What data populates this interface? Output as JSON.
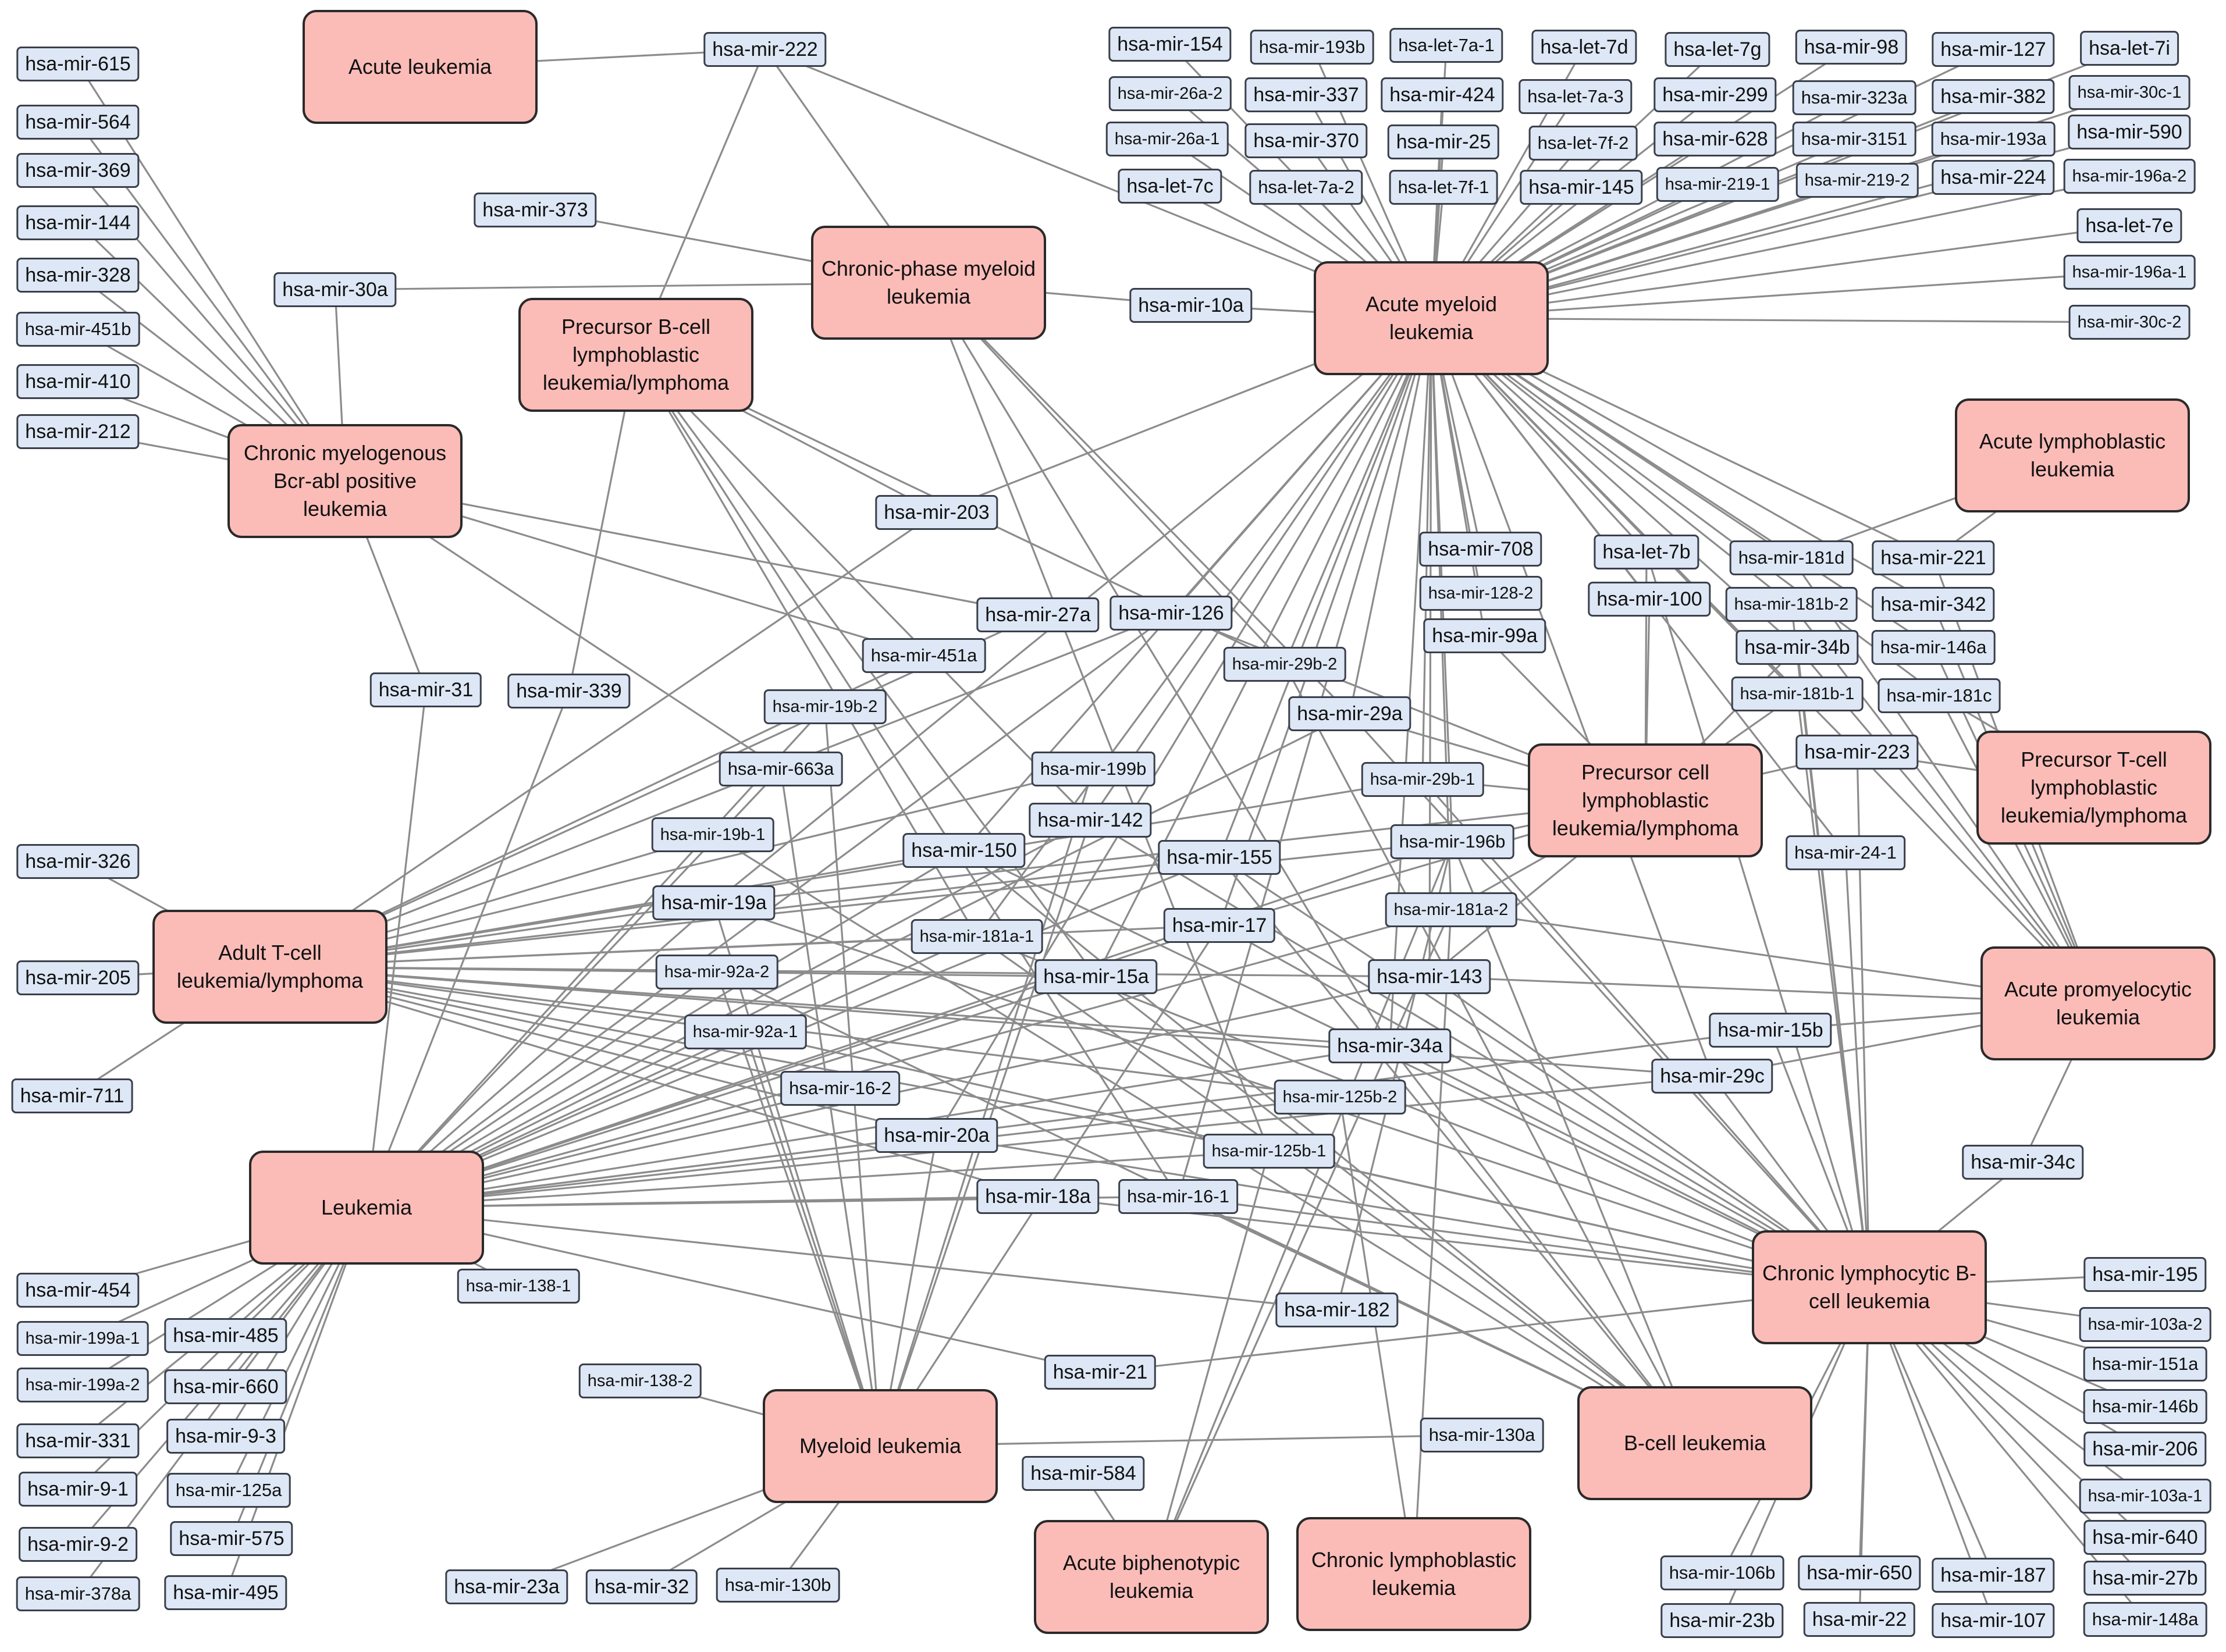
{
  "diseases": [
    {
      "id": "AL",
      "label": "Acute leukemia"
    },
    {
      "id": "CPML",
      "label": "Chronic-phase myeloid leukemia"
    },
    {
      "id": "PBLL",
      "label": "Precursor B-cell lymphoblastic leukemia/lymphoma"
    },
    {
      "id": "AML",
      "label": "Acute myeloid leukemia"
    },
    {
      "id": "CML",
      "label": "Chronic myelogenous Bcr-abl positive leukemia"
    },
    {
      "id": "ALL",
      "label": "Acute lymphoblastic leukemia"
    },
    {
      "id": "PCLL",
      "label": "Precursor cell lymphoblastic leukemia/lymphoma"
    },
    {
      "id": "PTLL",
      "label": "Precursor T-cell lymphoblastic leukemia/lymphoma"
    },
    {
      "id": "ATLL",
      "label": "Adult T-cell leukemia/lymphoma"
    },
    {
      "id": "APL",
      "label": "Acute promyelocytic leukemia"
    },
    {
      "id": "LEU",
      "label": "Leukemia"
    },
    {
      "id": "CLL",
      "label": "Chronic lymphocytic B-cell leukemia"
    },
    {
      "id": "ML",
      "label": "Myeloid leukemia"
    },
    {
      "id": "BCL",
      "label": "B-cell leukemia"
    },
    {
      "id": "ABL",
      "label": "Acute biphenotypic leukemia"
    },
    {
      "id": "CLBL",
      "label": "Chronic lymphoblastic leukemia"
    }
  ],
  "mirnas": [
    "hsa-mir-615",
    "hsa-mir-564",
    "hsa-mir-369",
    "hsa-mir-144",
    "hsa-mir-328",
    "hsa-mir-451b",
    "hsa-mir-410",
    "hsa-mir-212",
    "hsa-mir-222",
    "hsa-mir-373",
    "hsa-mir-30a",
    "hsa-mir-10a",
    "hsa-mir-203",
    "hsa-mir-154",
    "hsa-mir-193b",
    "hsa-let-7a-1",
    "hsa-let-7d",
    "hsa-let-7g",
    "hsa-mir-98",
    "hsa-mir-127",
    "hsa-let-7i",
    "hsa-mir-26a-2",
    "hsa-mir-337",
    "hsa-mir-424",
    "hsa-let-7a-3",
    "hsa-mir-299",
    "hsa-mir-323a",
    "hsa-mir-382",
    "hsa-mir-30c-1",
    "hsa-mir-26a-1",
    "hsa-mir-370",
    "hsa-mir-25",
    "hsa-let-7f-2",
    "hsa-mir-628",
    "hsa-mir-3151",
    "hsa-mir-193a",
    "hsa-mir-590",
    "hsa-let-7c",
    "hsa-let-7a-2",
    "hsa-let-7f-1",
    "hsa-mir-145",
    "hsa-mir-219-1",
    "hsa-mir-219-2",
    "hsa-mir-224",
    "hsa-mir-196a-2",
    "hsa-let-7e",
    "hsa-mir-196a-1",
    "hsa-mir-30c-2",
    "hsa-mir-708",
    "hsa-mir-128-2",
    "hsa-mir-99a",
    "hsa-let-7b",
    "hsa-mir-100",
    "hsa-mir-181d",
    "hsa-mir-221",
    "hsa-mir-181b-2",
    "hsa-mir-342",
    "hsa-mir-34b",
    "hsa-mir-146a",
    "hsa-mir-181b-1",
    "hsa-mir-181c",
    "hsa-mir-223",
    "hsa-mir-24-1",
    "hsa-mir-27a",
    "hsa-mir-126",
    "hsa-mir-451a",
    "hsa-mir-29b-2",
    "hsa-mir-31",
    "hsa-mir-339",
    "hsa-mir-19b-2",
    "hsa-mir-29a",
    "hsa-mir-663a",
    "hsa-mir-199b",
    "hsa-mir-29b-1",
    "hsa-mir-19b-1",
    "hsa-mir-142",
    "hsa-mir-150",
    "hsa-mir-155",
    "hsa-mir-196b",
    "hsa-mir-19a",
    "hsa-mir-181a-2",
    "hsa-mir-181a-1",
    "hsa-mir-17",
    "hsa-mir-92a-2",
    "hsa-mir-15a",
    "hsa-mir-143",
    "hsa-mir-92a-1",
    "hsa-mir-34a",
    "hsa-mir-15b",
    "hsa-mir-16-2",
    "hsa-mir-125b-2",
    "hsa-mir-29c",
    "hsa-mir-20a",
    "hsa-mir-125b-1",
    "hsa-mir-34c",
    "hsa-mir-18a",
    "hsa-mir-16-1",
    "hsa-mir-326",
    "hsa-mir-205",
    "hsa-mir-711",
    "hsa-mir-454",
    "hsa-mir-199a-1",
    "hsa-mir-485",
    "hsa-mir-199a-2",
    "hsa-mir-660",
    "hsa-mir-331",
    "hsa-mir-9-3",
    "hsa-mir-9-1",
    "hsa-mir-125a",
    "hsa-mir-9-2",
    "hsa-mir-575",
    "hsa-mir-378a",
    "hsa-mir-495",
    "hsa-mir-138-1",
    "hsa-mir-138-2",
    "hsa-mir-182",
    "hsa-mir-21",
    "hsa-mir-130a",
    "hsa-mir-584",
    "hsa-mir-23a",
    "hsa-mir-32",
    "hsa-mir-130b",
    "hsa-mir-195",
    "hsa-mir-103a-2",
    "hsa-mir-151a",
    "hsa-mir-146b",
    "hsa-mir-206",
    "hsa-mir-103a-1",
    "hsa-mir-640",
    "hsa-mir-27b",
    "hsa-mir-148a",
    "hsa-mir-106b",
    "hsa-mir-650",
    "hsa-mir-187",
    "hsa-mir-23b",
    "hsa-mir-22",
    "hsa-mir-107"
  ],
  "edges": [
    [
      "AL",
      "hsa-mir-222"
    ],
    [
      "AML",
      "hsa-mir-222"
    ],
    [
      "PBLL",
      "hsa-mir-222"
    ],
    [
      "CPML",
      "hsa-mir-222"
    ],
    [
      "CML",
      "hsa-mir-615"
    ],
    [
      "CML",
      "hsa-mir-564"
    ],
    [
      "CML",
      "hsa-mir-369"
    ],
    [
      "CML",
      "hsa-mir-144"
    ],
    [
      "CML",
      "hsa-mir-328"
    ],
    [
      "CML",
      "hsa-mir-451b"
    ],
    [
      "CML",
      "hsa-mir-410"
    ],
    [
      "CML",
      "hsa-mir-212"
    ],
    [
      "CML",
      "hsa-mir-30a"
    ],
    [
      "CPML",
      "hsa-mir-30a"
    ],
    [
      "CPML",
      "hsa-mir-373"
    ],
    [
      "CPML",
      "hsa-mir-10a"
    ],
    [
      "AML",
      "hsa-mir-10a"
    ],
    [
      "CML",
      "hsa-mir-31"
    ],
    [
      "LEU",
      "hsa-mir-31"
    ],
    [
      "CML",
      "hsa-mir-451a"
    ],
    [
      "CML",
      "hsa-mir-663a"
    ],
    [
      "CML",
      "hsa-mir-27a"
    ],
    [
      "AML",
      "hsa-mir-154"
    ],
    [
      "AML",
      "hsa-mir-193b"
    ],
    [
      "AML",
      "hsa-let-7a-1"
    ],
    [
      "AML",
      "hsa-let-7d"
    ],
    [
      "AML",
      "hsa-let-7g"
    ],
    [
      "AML",
      "hsa-mir-98"
    ],
    [
      "AML",
      "hsa-mir-127"
    ],
    [
      "AML",
      "hsa-let-7i"
    ],
    [
      "AML",
      "hsa-mir-26a-2"
    ],
    [
      "AML",
      "hsa-mir-337"
    ],
    [
      "AML",
      "hsa-mir-424"
    ],
    [
      "AML",
      "hsa-let-7a-3"
    ],
    [
      "AML",
      "hsa-mir-299"
    ],
    [
      "AML",
      "hsa-mir-323a"
    ],
    [
      "AML",
      "hsa-mir-382"
    ],
    [
      "AML",
      "hsa-mir-30c-1"
    ],
    [
      "AML",
      "hsa-mir-26a-1"
    ],
    [
      "AML",
      "hsa-mir-370"
    ],
    [
      "AML",
      "hsa-mir-25"
    ],
    [
      "AML",
      "hsa-let-7f-2"
    ],
    [
      "AML",
      "hsa-mir-628"
    ],
    [
      "AML",
      "hsa-mir-3151"
    ],
    [
      "AML",
      "hsa-mir-193a"
    ],
    [
      "AML",
      "hsa-mir-590"
    ],
    [
      "AML",
      "hsa-let-7c"
    ],
    [
      "AML",
      "hsa-let-7a-2"
    ],
    [
      "AML",
      "hsa-let-7f-1"
    ],
    [
      "AML",
      "hsa-mir-145"
    ],
    [
      "AML",
      "hsa-mir-219-1"
    ],
    [
      "AML",
      "hsa-mir-219-2"
    ],
    [
      "AML",
      "hsa-mir-224"
    ],
    [
      "AML",
      "hsa-mir-196a-2"
    ],
    [
      "AML",
      "hsa-let-7e"
    ],
    [
      "AML",
      "hsa-mir-196a-1"
    ],
    [
      "AML",
      "hsa-mir-30c-2"
    ],
    [
      "AML",
      "hsa-mir-203"
    ],
    [
      "ATLL",
      "hsa-mir-203"
    ],
    [
      "AML",
      "hsa-mir-708"
    ],
    [
      "AML",
      "hsa-mir-128-2"
    ],
    [
      "AML",
      "hsa-mir-99a"
    ],
    [
      "AML",
      "hsa-let-7b"
    ],
    [
      "AML",
      "hsa-mir-100"
    ],
    [
      "AML",
      "hsa-mir-181d"
    ],
    [
      "AML",
      "hsa-mir-221"
    ],
    [
      "AML",
      "hsa-mir-181b-2"
    ],
    [
      "AML",
      "hsa-mir-342"
    ],
    [
      "AML",
      "hsa-mir-34b"
    ],
    [
      "AML",
      "hsa-mir-146a"
    ],
    [
      "AML",
      "hsa-mir-181b-1"
    ],
    [
      "AML",
      "hsa-mir-181c"
    ],
    [
      "AML",
      "hsa-mir-29a"
    ],
    [
      "AML",
      "hsa-mir-29b-1"
    ],
    [
      "AML",
      "hsa-mir-196b"
    ],
    [
      "AML",
      "hsa-mir-155"
    ],
    [
      "AML",
      "hsa-mir-150"
    ],
    [
      "AML",
      "hsa-mir-142"
    ],
    [
      "AML",
      "hsa-mir-126"
    ],
    [
      "AML",
      "hsa-mir-19a"
    ],
    [
      "AML",
      "hsa-mir-181a-1"
    ],
    [
      "AML",
      "hsa-mir-181a-2"
    ],
    [
      "AML",
      "hsa-mir-143"
    ],
    [
      "AML",
      "hsa-mir-34a"
    ],
    [
      "AML",
      "hsa-mir-15a"
    ],
    [
      "AML",
      "hsa-mir-17"
    ],
    [
      "AML",
      "hsa-mir-223"
    ],
    [
      "AML",
      "hsa-mir-24-1"
    ],
    [
      "AML",
      "hsa-mir-29c"
    ],
    [
      "AML",
      "hsa-mir-29b-2"
    ],
    [
      "AML",
      "hsa-mir-16-1"
    ],
    [
      "AML",
      "hsa-mir-20a"
    ],
    [
      "PCLL",
      "hsa-let-7b"
    ],
    [
      "PCLL",
      "hsa-mir-100"
    ],
    [
      "PCLL",
      "hsa-mir-99a"
    ],
    [
      "PCLL",
      "hsa-mir-29a"
    ],
    [
      "PCLL",
      "hsa-mir-29b-1"
    ],
    [
      "PCLL",
      "hsa-mir-196b"
    ],
    [
      "PCLL",
      "hsa-mir-181b-1"
    ],
    [
      "PCLL",
      "hsa-mir-34b"
    ],
    [
      "PCLL",
      "hsa-mir-223"
    ],
    [
      "PCLL",
      "hsa-mir-126"
    ],
    [
      "PCLL",
      "hsa-mir-143"
    ],
    [
      "PCLL",
      "hsa-mir-181a-2"
    ],
    [
      "PCLL",
      "hsa-mir-19a"
    ],
    [
      "PCLL",
      "hsa-mir-17"
    ],
    [
      "ALL",
      "hsa-mir-221"
    ],
    [
      "ALL",
      "hsa-mir-181d"
    ],
    [
      "PTLL",
      "hsa-mir-223"
    ],
    [
      "PTLL",
      "hsa-mir-181c"
    ],
    [
      "APL",
      "hsa-mir-221"
    ],
    [
      "APL",
      "hsa-mir-181d"
    ],
    [
      "APL",
      "hsa-mir-342"
    ],
    [
      "APL",
      "hsa-mir-146a"
    ],
    [
      "APL",
      "hsa-mir-181b-2"
    ],
    [
      "APL",
      "hsa-mir-15b"
    ],
    [
      "APL",
      "hsa-mir-29c"
    ],
    [
      "APL",
      "hsa-mir-34c"
    ],
    [
      "APL",
      "hsa-mir-181a-2"
    ],
    [
      "APL",
      "hsa-mir-143"
    ],
    [
      "APL",
      "hsa-mir-223"
    ],
    [
      "APL",
      "hsa-mir-34b"
    ],
    [
      "APL",
      "hsa-mir-181c"
    ],
    [
      "PBLL",
      "hsa-mir-203"
    ],
    [
      "PBLL",
      "hsa-mir-339"
    ],
    [
      "PBLL",
      "hsa-mir-15a"
    ],
    [
      "PBLL",
      "hsa-mir-16-1"
    ],
    [
      "PBLL",
      "hsa-mir-29b-2"
    ],
    [
      "PBLL",
      "hsa-mir-142"
    ],
    [
      "PBLL",
      "hsa-mir-181a-1"
    ],
    [
      "CPML",
      "hsa-mir-29b-2"
    ],
    [
      "CPML",
      "hsa-mir-29a"
    ],
    [
      "CPML",
      "hsa-mir-125b-1"
    ],
    [
      "CPML",
      "hsa-mir-34a"
    ],
    [
      "ATLL",
      "hsa-mir-326"
    ],
    [
      "ATLL",
      "hsa-mir-205"
    ],
    [
      "ATLL",
      "hsa-mir-711"
    ],
    [
      "ATLL",
      "hsa-mir-155"
    ],
    [
      "ATLL",
      "hsa-mir-150"
    ],
    [
      "ATLL",
      "hsa-mir-19b-1"
    ],
    [
      "ATLL",
      "hsa-mir-19a"
    ],
    [
      "ATLL",
      "hsa-mir-92a-2"
    ],
    [
      "ATLL",
      "hsa-mir-92a-1"
    ],
    [
      "ATLL",
      "hsa-mir-181a-1"
    ],
    [
      "ATLL",
      "hsa-mir-17"
    ],
    [
      "ATLL",
      "hsa-mir-16-2"
    ],
    [
      "ATLL",
      "hsa-mir-20a"
    ],
    [
      "ATLL",
      "hsa-mir-18a"
    ],
    [
      "ATLL",
      "hsa-mir-125b-1"
    ],
    [
      "ATLL",
      "hsa-mir-196b"
    ],
    [
      "ATLL",
      "hsa-mir-143"
    ],
    [
      "ATLL",
      "hsa-mir-451a"
    ],
    [
      "ATLL",
      "hsa-mir-199b"
    ],
    [
      "ATLL",
      "hsa-mir-15a"
    ],
    [
      "ATLL",
      "hsa-mir-29c"
    ],
    [
      "ATLL",
      "hsa-mir-125b-2"
    ],
    [
      "ATLL",
      "hsa-mir-34a"
    ],
    [
      "ATLL",
      "hsa-mir-126"
    ],
    [
      "ATLL",
      "hsa-mir-27a"
    ],
    [
      "ATLL",
      "hsa-mir-29b-1"
    ],
    [
      "LEU",
      "hsa-mir-454"
    ],
    [
      "LEU",
      "hsa-mir-199a-1"
    ],
    [
      "LEU",
      "hsa-mir-485"
    ],
    [
      "LEU",
      "hsa-mir-199a-2"
    ],
    [
      "LEU",
      "hsa-mir-660"
    ],
    [
      "LEU",
      "hsa-mir-331"
    ],
    [
      "LEU",
      "hsa-mir-9-3"
    ],
    [
      "LEU",
      "hsa-mir-9-1"
    ],
    [
      "LEU",
      "hsa-mir-125a"
    ],
    [
      "LEU",
      "hsa-mir-9-2"
    ],
    [
      "LEU",
      "hsa-mir-575"
    ],
    [
      "LEU",
      "hsa-mir-378a"
    ],
    [
      "LEU",
      "hsa-mir-495"
    ],
    [
      "LEU",
      "hsa-mir-339"
    ],
    [
      "LEU",
      "hsa-mir-138-1"
    ],
    [
      "LEU",
      "hsa-mir-21"
    ],
    [
      "LEU",
      "hsa-mir-182"
    ],
    [
      "LEU",
      "hsa-mir-19b-2"
    ],
    [
      "LEU",
      "hsa-mir-663a"
    ],
    [
      "LEU",
      "hsa-mir-142"
    ],
    [
      "LEU",
      "hsa-mir-150"
    ],
    [
      "LEU",
      "hsa-mir-155"
    ],
    [
      "LEU",
      "hsa-mir-196b"
    ],
    [
      "LEU",
      "hsa-mir-19a"
    ],
    [
      "LEU",
      "hsa-mir-181a-1"
    ],
    [
      "LEU",
      "hsa-mir-17"
    ],
    [
      "LEU",
      "hsa-mir-15a"
    ],
    [
      "LEU",
      "hsa-mir-143"
    ],
    [
      "LEU",
      "hsa-mir-92a-1"
    ],
    [
      "LEU",
      "hsa-mir-34a"
    ],
    [
      "LEU",
      "hsa-mir-15b"
    ],
    [
      "LEU",
      "hsa-mir-16-2"
    ],
    [
      "LEU",
      "hsa-mir-125b-2"
    ],
    [
      "LEU",
      "hsa-mir-29c"
    ],
    [
      "LEU",
      "hsa-mir-20a"
    ],
    [
      "LEU",
      "hsa-mir-125b-1"
    ],
    [
      "LEU",
      "hsa-mir-18a"
    ],
    [
      "LEU",
      "hsa-mir-16-1"
    ],
    [
      "LEU",
      "hsa-mir-126"
    ],
    [
      "LEU",
      "hsa-mir-29a"
    ],
    [
      "LEU",
      "hsa-mir-181a-2"
    ],
    [
      "LEU",
      "hsa-mir-92a-2"
    ],
    [
      "CLL",
      "hsa-mir-195"
    ],
    [
      "CLL",
      "hsa-mir-103a-2"
    ],
    [
      "CLL",
      "hsa-mir-151a"
    ],
    [
      "CLL",
      "hsa-mir-146b"
    ],
    [
      "CLL",
      "hsa-mir-206"
    ],
    [
      "CLL",
      "hsa-mir-103a-1"
    ],
    [
      "CLL",
      "hsa-mir-640"
    ],
    [
      "CLL",
      "hsa-mir-27b"
    ],
    [
      "CLL",
      "hsa-mir-148a"
    ],
    [
      "CLL",
      "hsa-mir-106b"
    ],
    [
      "CLL",
      "hsa-mir-650"
    ],
    [
      "CLL",
      "hsa-mir-187"
    ],
    [
      "CLL",
      "hsa-mir-23b"
    ],
    [
      "CLL",
      "hsa-mir-22"
    ],
    [
      "CLL",
      "hsa-mir-107"
    ],
    [
      "CLL",
      "hsa-mir-34c"
    ],
    [
      "CLL",
      "hsa-mir-21"
    ],
    [
      "CLL",
      "hsa-mir-15b"
    ],
    [
      "CLL",
      "hsa-mir-29c"
    ],
    [
      "CLL",
      "hsa-mir-34b"
    ],
    [
      "CLL",
      "hsa-mir-181b-1"
    ],
    [
      "CLL",
      "hsa-mir-24-1"
    ],
    [
      "CLL",
      "hsa-mir-223"
    ],
    [
      "CLL",
      "hsa-mir-181b-2"
    ],
    [
      "CLL",
      "hsa-let-7b"
    ],
    [
      "CLL",
      "hsa-mir-29b-1"
    ],
    [
      "CLL",
      "hsa-mir-29a"
    ],
    [
      "CLL",
      "hsa-mir-155"
    ],
    [
      "CLL",
      "hsa-mir-150"
    ],
    [
      "CLL",
      "hsa-mir-92a-1"
    ],
    [
      "CLL",
      "hsa-mir-19a"
    ],
    [
      "CLL",
      "hsa-mir-181a-1"
    ],
    [
      "CLL",
      "hsa-mir-17"
    ],
    [
      "CLL",
      "hsa-mir-20a"
    ],
    [
      "CLL",
      "hsa-mir-18a"
    ],
    [
      "CLL",
      "hsa-mir-16-1"
    ],
    [
      "CLL",
      "hsa-mir-125b-1"
    ],
    [
      "CLL",
      "hsa-mir-34a"
    ],
    [
      "CLL",
      "hsa-mir-143"
    ],
    [
      "CLL",
      "hsa-mir-142"
    ],
    [
      "ML",
      "hsa-mir-23a"
    ],
    [
      "ML",
      "hsa-mir-32"
    ],
    [
      "ML",
      "hsa-mir-130b"
    ],
    [
      "ML",
      "hsa-mir-138-2"
    ],
    [
      "ML",
      "hsa-mir-130a"
    ],
    [
      "ML",
      "hsa-mir-19b-2"
    ],
    [
      "ML",
      "hsa-mir-663a"
    ],
    [
      "ML",
      "hsa-mir-92a-1"
    ],
    [
      "ML",
      "hsa-mir-92a-2"
    ],
    [
      "ML",
      "hsa-mir-199b"
    ],
    [
      "ML",
      "hsa-mir-142"
    ],
    [
      "ML",
      "hsa-mir-17"
    ],
    [
      "ML",
      "hsa-mir-20a"
    ],
    [
      "ML",
      "hsa-mir-19a"
    ],
    [
      "BCL",
      "hsa-mir-150"
    ],
    [
      "BCL",
      "hsa-mir-155"
    ],
    [
      "BCL",
      "hsa-mir-29b-2"
    ],
    [
      "BCL",
      "hsa-mir-15a"
    ],
    [
      "BCL",
      "hsa-mir-16-1"
    ],
    [
      "BCL",
      "hsa-mir-34a"
    ],
    [
      "BCL",
      "hsa-mir-181a-1"
    ],
    [
      "BCL",
      "hsa-mir-92a-2"
    ],
    [
      "BCL",
      "hsa-mir-196b"
    ],
    [
      "BCL",
      "hsa-mir-19b-1"
    ],
    [
      "ABL",
      "hsa-mir-584"
    ],
    [
      "ABL",
      "hsa-mir-181a-2"
    ],
    [
      "ABL",
      "hsa-mir-125b-1"
    ],
    [
      "ABL",
      "hsa-mir-196b"
    ],
    [
      "CLBL",
      "hsa-mir-125b-2"
    ],
    [
      "CLBL",
      "hsa-mir-181a-2"
    ],
    [
      "hsa-mir-182",
      "hsa-mir-196b"
    ]
  ]
}
